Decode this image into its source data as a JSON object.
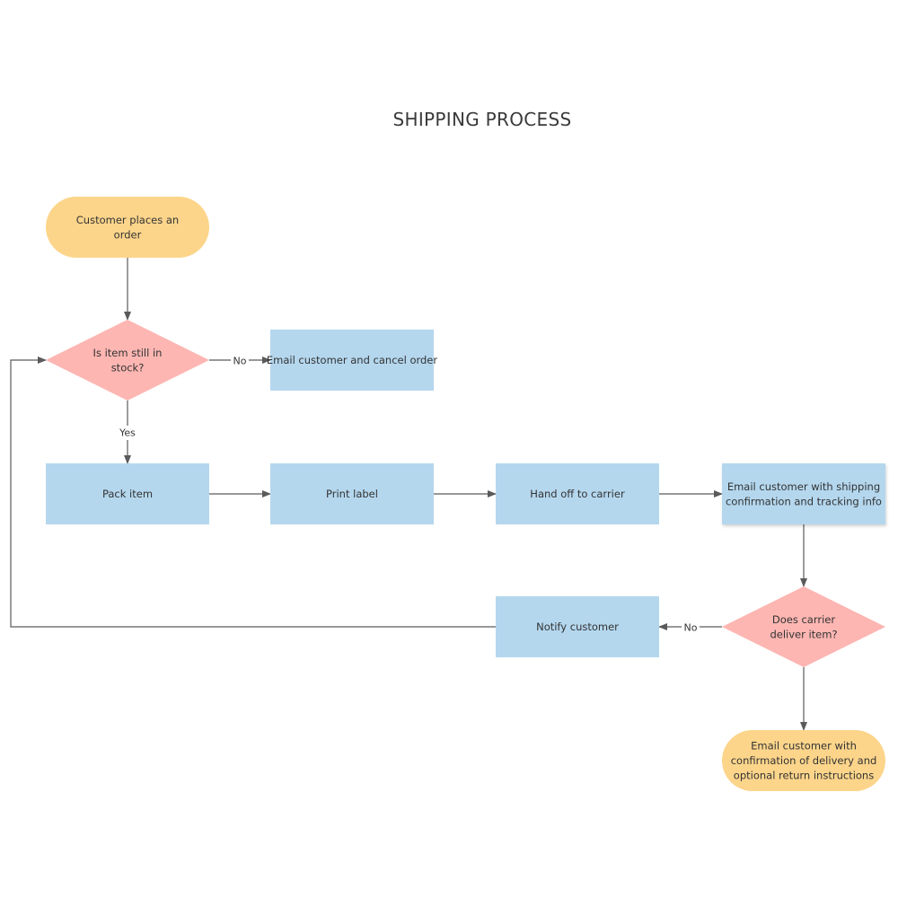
{
  "title": "SHIPPING PROCESS",
  "colors": {
    "terminal": "#fcd58b",
    "decision": "#fdb6b2",
    "process": "#b4d7ee",
    "connector": "#5a5a5a"
  },
  "nodes": {
    "start": {
      "type": "terminal",
      "lines": [
        "Customer places an",
        "order"
      ]
    },
    "in_stock": {
      "type": "decision",
      "lines": [
        "Is item still in",
        "stock?"
      ]
    },
    "cancel": {
      "type": "process",
      "lines": [
        "Email customer and cancel order"
      ]
    },
    "pack": {
      "type": "process",
      "lines": [
        "Pack item"
      ]
    },
    "print": {
      "type": "process",
      "lines": [
        "Print label"
      ]
    },
    "handoff": {
      "type": "process",
      "lines": [
        "Hand off to carrier"
      ]
    },
    "confirm": {
      "type": "process",
      "lines": [
        "Email customer with shipping",
        "confirmation and tracking info"
      ]
    },
    "delivered": {
      "type": "decision",
      "lines": [
        "Does carrier",
        "deliver item?"
      ]
    },
    "notify": {
      "type": "process",
      "lines": [
        "Notify customer"
      ]
    },
    "end": {
      "type": "terminal",
      "lines": [
        "Email customer with",
        "confirmation of delivery and",
        "optional return instructions"
      ]
    }
  },
  "edges": [
    {
      "from": "start",
      "to": "in_stock",
      "label": ""
    },
    {
      "from": "in_stock",
      "to": "cancel",
      "label": "No"
    },
    {
      "from": "in_stock",
      "to": "pack",
      "label": "Yes"
    },
    {
      "from": "pack",
      "to": "print",
      "label": ""
    },
    {
      "from": "print",
      "to": "handoff",
      "label": ""
    },
    {
      "from": "handoff",
      "to": "confirm",
      "label": ""
    },
    {
      "from": "confirm",
      "to": "delivered",
      "label": ""
    },
    {
      "from": "delivered",
      "to": "notify",
      "label": "No"
    },
    {
      "from": "delivered",
      "to": "end",
      "label": ""
    },
    {
      "from": "notify",
      "to": "in_stock",
      "label": ""
    }
  ]
}
